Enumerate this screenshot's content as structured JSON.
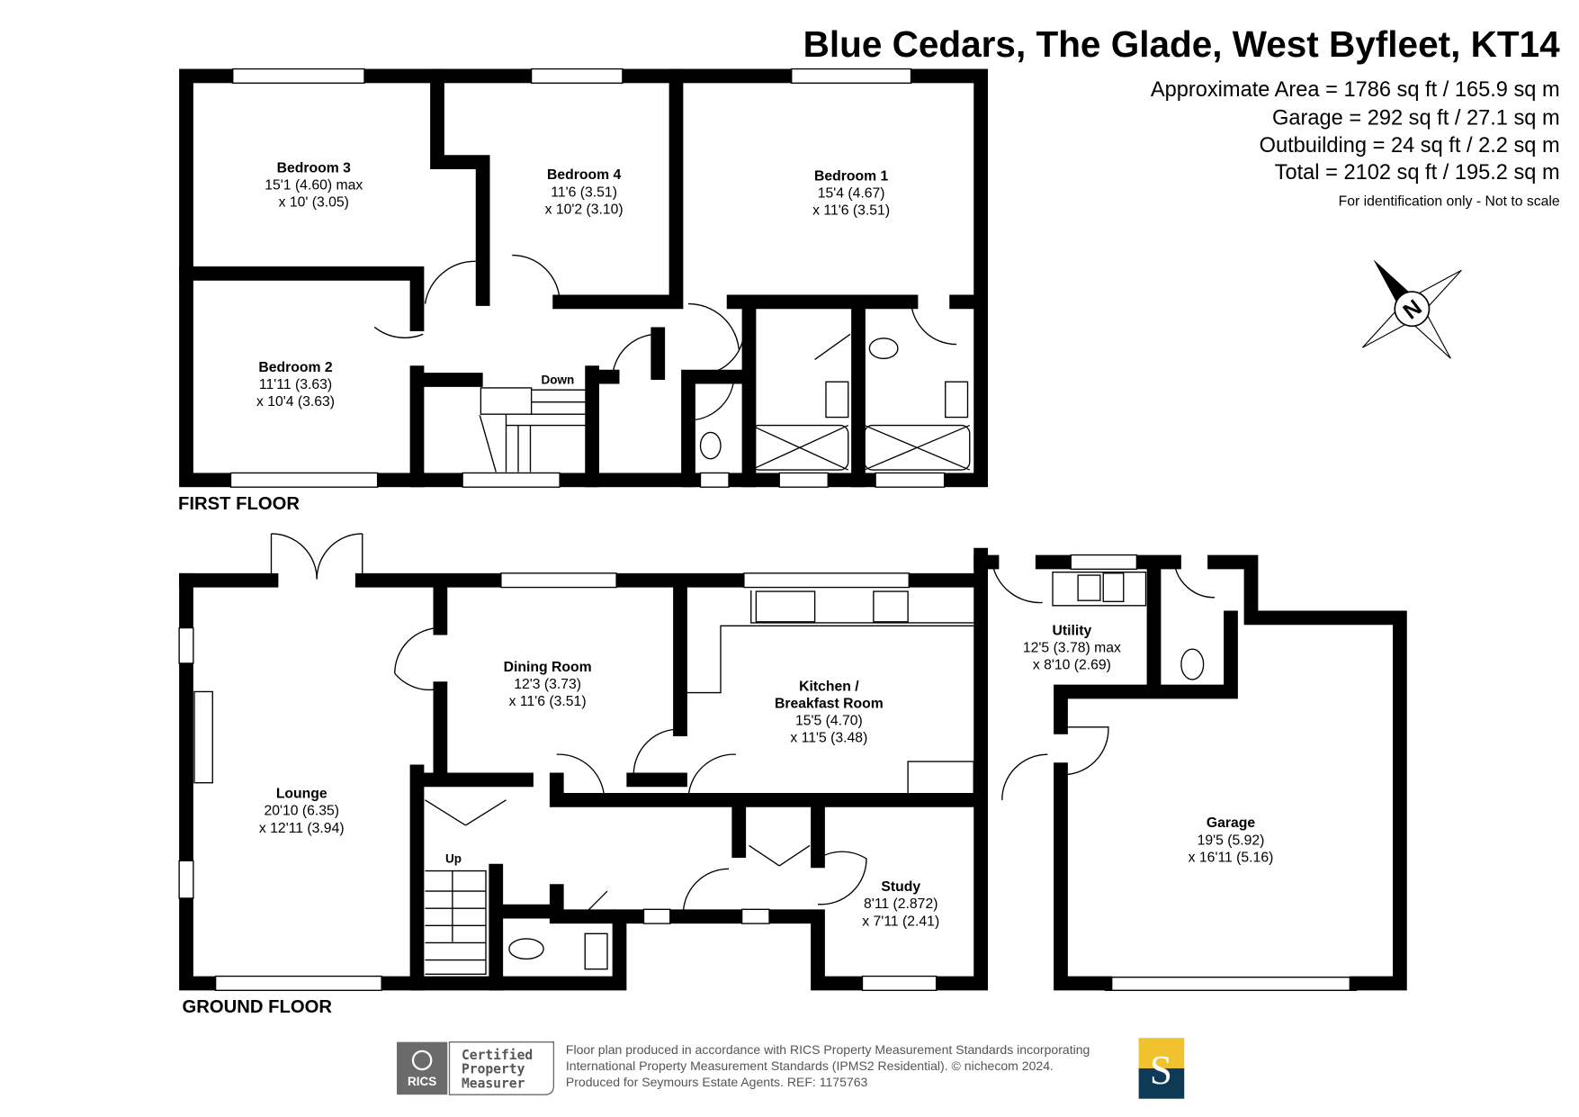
{
  "header": {
    "title": "Blue Cedars, The Glade, West Byfleet, KT14",
    "areas": [
      "Approximate Area = 1786 sq ft / 165.9 sq m",
      "Garage = 292 sq ft / 27.1 sq m",
      "Outbuilding = 24 sq ft / 2.2 sq m",
      "Total = 2102 sq ft / 195.2 sq m"
    ],
    "note": "For identification only - Not to scale"
  },
  "compass": {
    "label": "N"
  },
  "first_floor": {
    "label": "FIRST FLOOR",
    "stairs_label": "Down",
    "rooms": [
      {
        "name": "Bedroom 3",
        "dims": [
          "15'1 (4.60) max",
          "x 10' (3.05)"
        ]
      },
      {
        "name": "Bedroom 4",
        "dims": [
          "11'6 (3.51)",
          "x 10'2 (3.10)"
        ]
      },
      {
        "name": "Bedroom 1",
        "dims": [
          "15'4 (4.67)",
          "x 11'6 (3.51)"
        ]
      },
      {
        "name": "Bedroom 2",
        "dims": [
          "11'11 (3.63)",
          "x 10'4 (3.63)"
        ]
      }
    ]
  },
  "ground_floor": {
    "label": "GROUND FLOOR",
    "stairs_label": "Up",
    "rooms": [
      {
        "name": "Dining Room",
        "dims": [
          "12'3 (3.73)",
          "x 11'6 (3.51)"
        ]
      },
      {
        "name": "Kitchen /",
        "name2": "Breakfast Room",
        "dims": [
          "15'5 (4.70)",
          "x 11'5 (3.48)"
        ]
      },
      {
        "name": "Lounge",
        "dims": [
          "20'10 (6.35)",
          "x 12'11 (3.94)"
        ]
      },
      {
        "name": "Utility",
        "dims": [
          "12'5 (3.78) max",
          "x 8'10 (2.69)"
        ]
      },
      {
        "name": "Study",
        "dims": [
          "8'11 (2.872)",
          "x 7'11 (2.41)"
        ]
      },
      {
        "name": "Garage",
        "dims": [
          "19'5 (5.92)",
          "x 16'11 (5.16)"
        ]
      }
    ]
  },
  "footer": {
    "rics_logo": "RICS",
    "badge": [
      "Certified",
      "Property",
      "Measurer"
    ],
    "lines": [
      "Floor plan produced in accordance with RICS Property Measurement Standards incorporating",
      "International Property Measurement Standards (IPMS2 Residential).   © nichecom 2024.",
      "Produced for Seymours Estate Agents.   REF:  1175763"
    ],
    "agent_logo": "S",
    "colors": {
      "rics_gray": "#6b6b6b",
      "logo_yellow": "#f0c22e",
      "logo_navy": "#0f3a55"
    }
  }
}
